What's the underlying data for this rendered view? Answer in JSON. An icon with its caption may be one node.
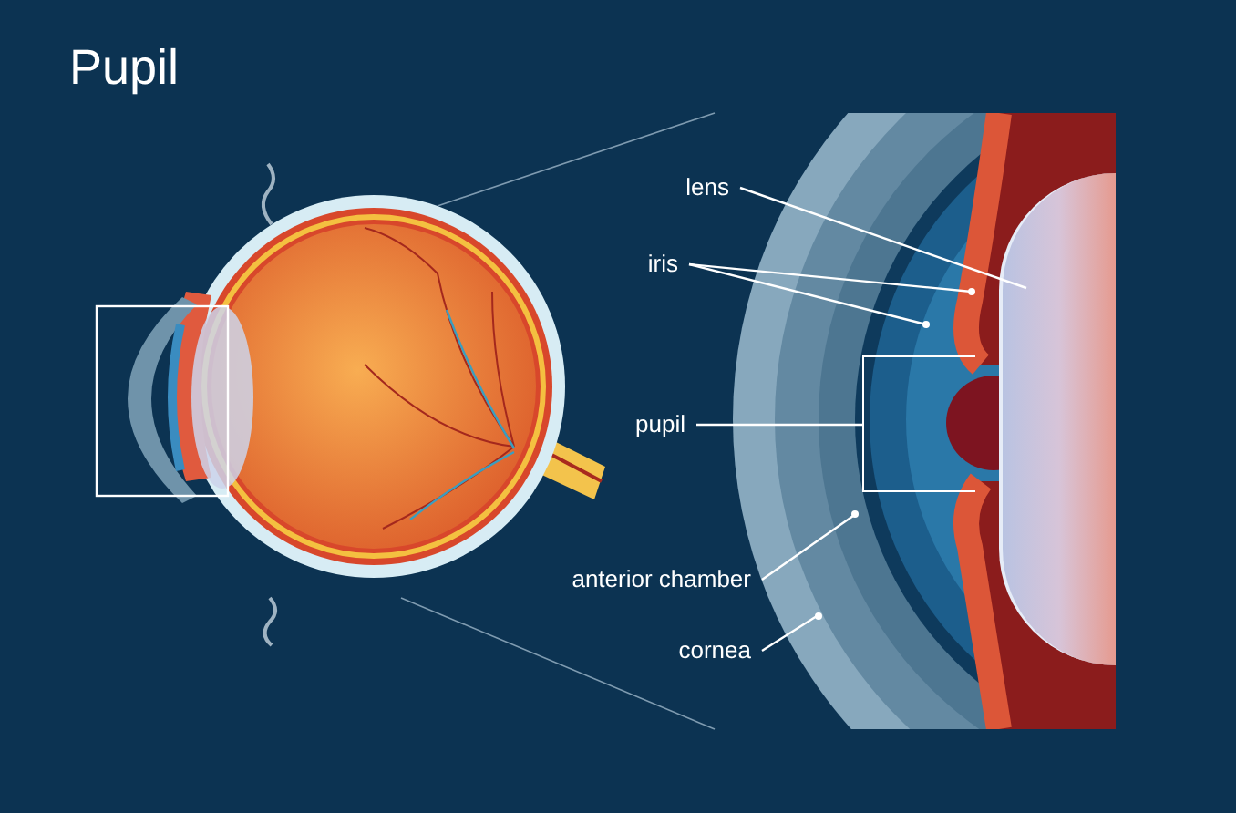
{
  "diagram": {
    "title": "Pupil",
    "nodes": [
      {
        "text": [
          "lens"
        ]
      },
      {
        "text": [
          "iris"
        ]
      },
      {
        "text": [
          "pupil"
        ]
      },
      {
        "text": [
          "anterior chamber"
        ]
      },
      {
        "text": [
          "cornea"
        ]
      },
      {
        "text": [],
        "shape": "picture"
      },
      {
        "text": [],
        "shape": "picture"
      },
      {
        "text": [],
        "shape": "box"
      },
      {
        "text": [],
        "shape": "circle"
      },
      {
        "text": [],
        "shape": "circle"
      }
    ],
    "edges": [
      {
        "from": 0,
        "to": 5,
        "arrow": "none"
      },
      {
        "from": 1,
        "to": 6,
        "arrow": "none"
      },
      {
        "from": 1,
        "to": 6,
        "arrow": "none"
      },
      {
        "from": 2,
        "to": 7,
        "arrow": "none"
      },
      {
        "from": 3,
        "to": 8,
        "arrow": "none"
      },
      {
        "from": 4,
        "to": 9,
        "arrow": "none"
      }
    ]
  }
}
